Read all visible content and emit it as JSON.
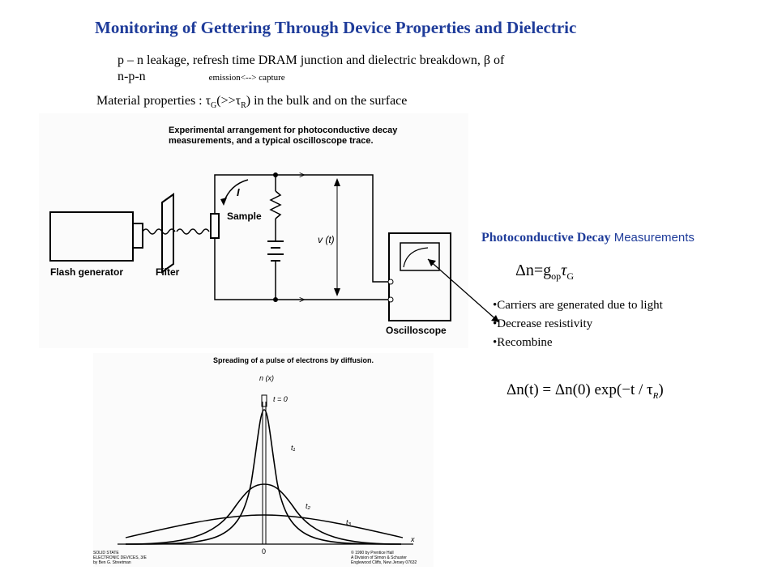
{
  "slide": {
    "title": "Monitoring of Gettering Through Device Properties and Dielectric",
    "line1": "p – n  leakage, refresh time DRAM junction and dielectric breakdown, β of",
    "line2_main": "n-p-n",
    "line2_small": "emission<--> capture",
    "line3_prefix": "Material properties :  τ",
    "line3_sub1": "G",
    "line3_mid": "(>>τ",
    "line3_sub2": "R",
    "line3_suffix": ") in the bulk and on the surface"
  },
  "figure1": {
    "caption_line1": "Experimental arrangement for photoconductive decay",
    "caption_line2": "measurements, and a typical oscilloscope trace.",
    "flash_generator": "Flash generator",
    "filter": "Filter",
    "sample": "Sample",
    "current": "I",
    "voltage": "v (t)",
    "oscilloscope": "Oscilloscope"
  },
  "figure2": {
    "caption": "Spreading of a pulse of electrons by diffusion.",
    "y_axis": "n (x)",
    "t0": "t = 0",
    "t1": "t₁",
    "t2": "t₂",
    "t3": "t₃",
    "x_axis": "x",
    "origin": "0",
    "credit_left": "SOLID STATE\nELECTRONIC DEVICES, 3/E\nby Ben G. Streetman",
    "credit_right": "© 1990 by Prentice Hall\nA Division of Simon & Schuster\nEnglewood Cliffs, New Jersey 07632"
  },
  "right_panel": {
    "heading_bold": "Photoconductive Decay",
    "heading_rest": " Measurements",
    "generation_main": "Δn=g",
    "generation_sub1": "op",
    "generation_tau": "τ",
    "generation_sub2": "G",
    "bullets": [
      "Carriers are generated due to light",
      "Decrease resistivity",
      "Recombine"
    ],
    "equation": "Δn(t) = Δn(0) exp(−t / τ",
    "equation_sub": "R",
    "equation_end": ")"
  }
}
